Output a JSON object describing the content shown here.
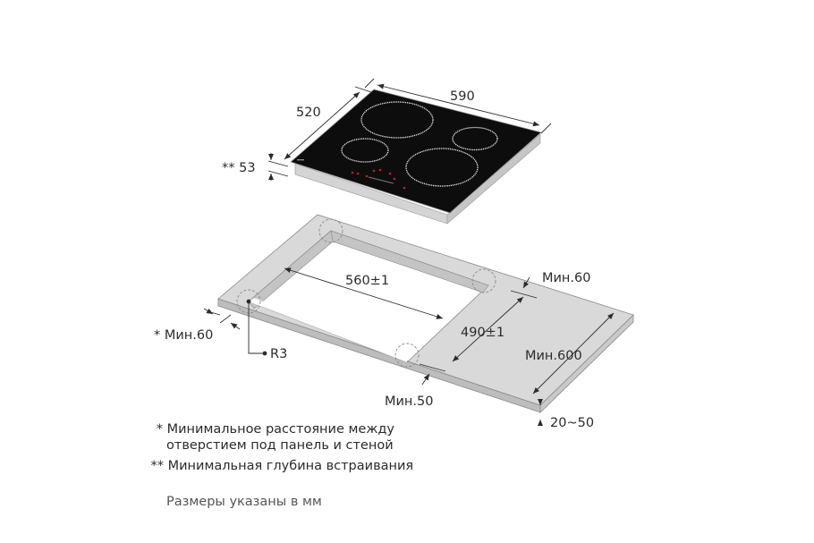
{
  "hob": {
    "width_label": "590",
    "depth_label": "520",
    "build_depth_label": "** 53",
    "colors": {
      "glass": "#0d0d0d",
      "frame": "#d9d9d9",
      "zones": "#e8e8e8",
      "controls": "#c0202a"
    }
  },
  "cutout": {
    "width_label": "560±1",
    "depth_label": "490±1",
    "corner_radius_label": "R3",
    "front_edge_min_label": "* Мин.60",
    "back_edge_min_label": "Мин.60",
    "front_min_label": "Мин.50",
    "countertop_depth_label": "Мин.600",
    "countertop_thickness_label": "20~50",
    "colors": {
      "countertop": "#d6d6d6",
      "edge": "#b9b9b9",
      "line": "#2b2b2b"
    }
  },
  "notes": {
    "note1_mark": "*",
    "note1_line1": "Минимальное расстояние между",
    "note1_line2": "отверстием под панель и стеной",
    "note2_mark": "**",
    "note2_line1": "Минимальная глубина встраивания",
    "units": "Размеры указаны в мм"
  }
}
